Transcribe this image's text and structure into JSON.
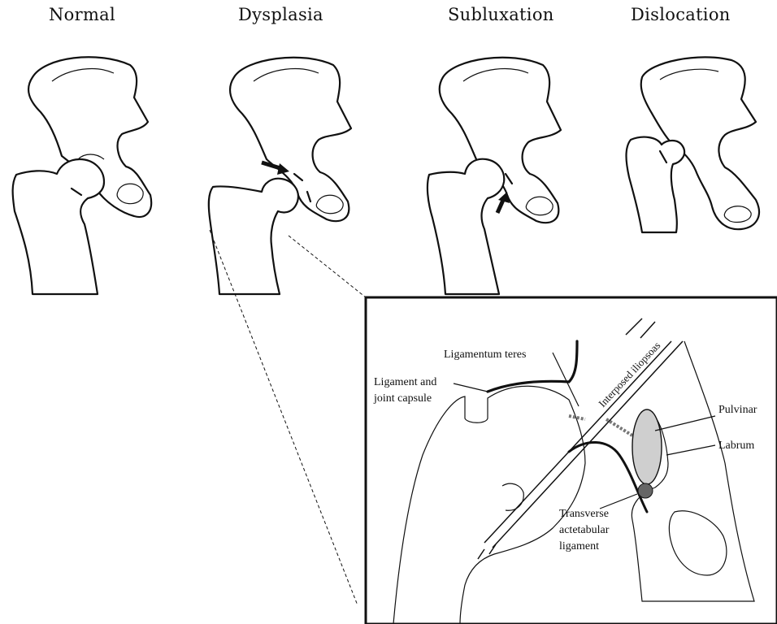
{
  "panels": [
    {
      "title": "Normal"
    },
    {
      "title": "Dysplasia"
    },
    {
      "title": "Subluxation"
    },
    {
      "title": "Dislocation"
    }
  ],
  "inset": {
    "labels": {
      "ligamentum_teres": "Ligamentum teres",
      "ligament_capsule_1": "Ligament and",
      "ligament_capsule_2": "joint capsule",
      "interposed_iliopsoas": "Interposed iliopsoas",
      "pulvinar": "Pulvinar",
      "labrum": "Labrum",
      "transverse_1": "Transverse",
      "transverse_2": "actetabular",
      "transverse_3": "ligament"
    },
    "colors": {
      "pulvinar_fill": "#cfcfcf",
      "transverse_fill": "#666666",
      "dotted_ligament": "#777777"
    }
  },
  "icons": [
    "arrow-icon",
    "arrow-icon"
  ]
}
